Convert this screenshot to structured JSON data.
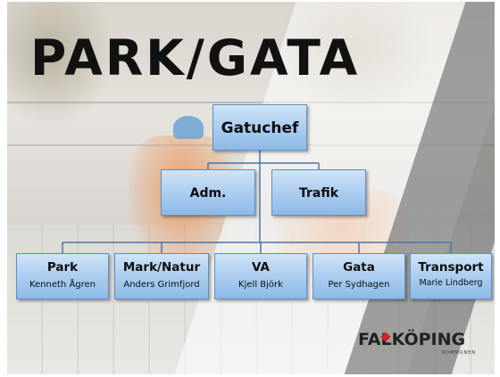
{
  "slide": {
    "title": "PARK/GATA"
  },
  "org_chart": {
    "root": {
      "label": "Gatuchef"
    },
    "staff": [
      {
        "label": "Adm."
      },
      {
        "label": "Trafik"
      }
    ],
    "units": [
      {
        "label": "Park",
        "person": "Kenneth Ågren"
      },
      {
        "label": "Mark/Natur",
        "person": "Anders Grimfjord"
      },
      {
        "label": "VA",
        "person": "Kjell Björk"
      },
      {
        "label": "Gata",
        "person": "Per Sydhagen"
      },
      {
        "label": "Transport",
        "person": "Marie Lindberg"
      }
    ],
    "box_color": "#a8cbef",
    "line_color": "#4a73a8"
  },
  "logo": {
    "name": "FALKÖPING",
    "subtitle": "KOMMUNEN",
    "accent_color": "#d2232a"
  }
}
